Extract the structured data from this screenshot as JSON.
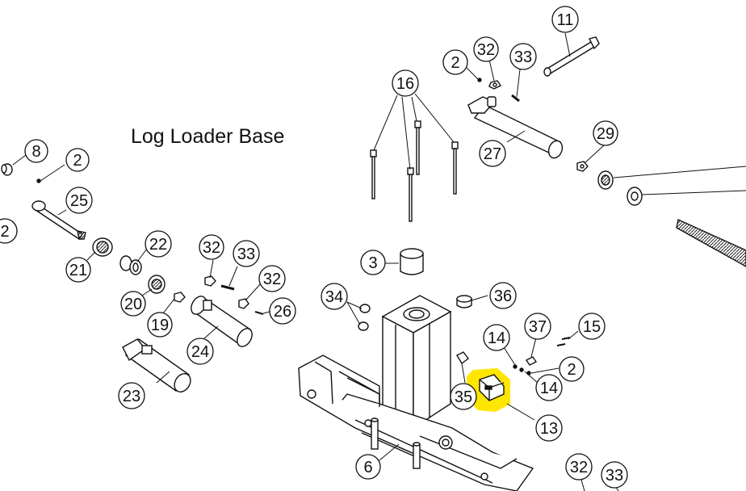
{
  "diagram": {
    "title": "Log Loader Base",
    "highlight_color": "#ffe600",
    "line_color": "#111111",
    "callouts": [
      "11",
      "2",
      "32",
      "33",
      "16",
      "29",
      "27",
      "8",
      "2",
      "25",
      "2",
      "21",
      "22",
      "20",
      "32",
      "33",
      "32",
      "3",
      "34",
      "36",
      "19",
      "24",
      "26",
      "37",
      "15",
      "14",
      "2",
      "14",
      "23",
      "35",
      "13",
      "6",
      "32",
      "33"
    ]
  }
}
